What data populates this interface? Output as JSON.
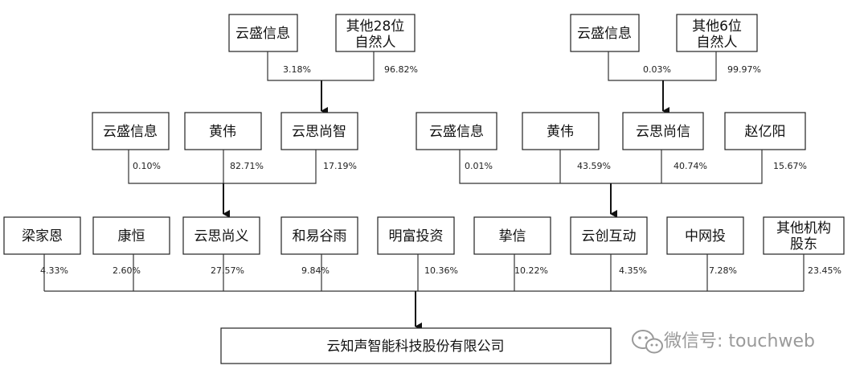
{
  "groups": {
    "g1": {
      "top_left": "云盛信息",
      "top_right": [
        "其他28位",
        "自然人"
      ],
      "pct_left": "3.18%",
      "pct_right": "96.82%"
    },
    "g2": {
      "top_left": "云盛信息",
      "top_right": [
        "其他6位",
        "自然人"
      ],
      "pct_left": "0.03%",
      "pct_right": "99.97%"
    },
    "g3": {
      "shareholders": [
        "云盛信息",
        "黄伟",
        "云思尚智"
      ],
      "pcts": [
        "0.10%",
        "82.71%",
        "17.19%"
      ]
    },
    "g4": {
      "shareholders": [
        "云盛信息",
        "黄伟",
        "云思尚信",
        "赵亿阳"
      ],
      "pcts": [
        "0.01%",
        "43.59%",
        "40.74%",
        "15.67%"
      ]
    }
  },
  "bottom_shareholders": [
    {
      "name": [
        "梁家恩"
      ],
      "pct": "4.33%"
    },
    {
      "name": [
        "康恒"
      ],
      "pct": "2.60%"
    },
    {
      "name": [
        "云思尚义"
      ],
      "pct": "27.57%"
    },
    {
      "name": [
        "和易谷雨"
      ],
      "pct": "9.84%"
    },
    {
      "name": [
        "明富投资"
      ],
      "pct": "10.36%"
    },
    {
      "name": [
        "挚信"
      ],
      "pct": "10.22%"
    },
    {
      "name": [
        "云创互动"
      ],
      "pct": "4.35%"
    },
    {
      "name": [
        "中网投"
      ],
      "pct": "7.28%"
    },
    {
      "name": [
        "其他机构",
        "股东"
      ],
      "pct": "23.45%"
    }
  ],
  "company": "云知声智能科技股份有限公司",
  "watermark": "微信号: touchweb",
  "icons": {
    "watermark_icon": "wechat-icon"
  }
}
